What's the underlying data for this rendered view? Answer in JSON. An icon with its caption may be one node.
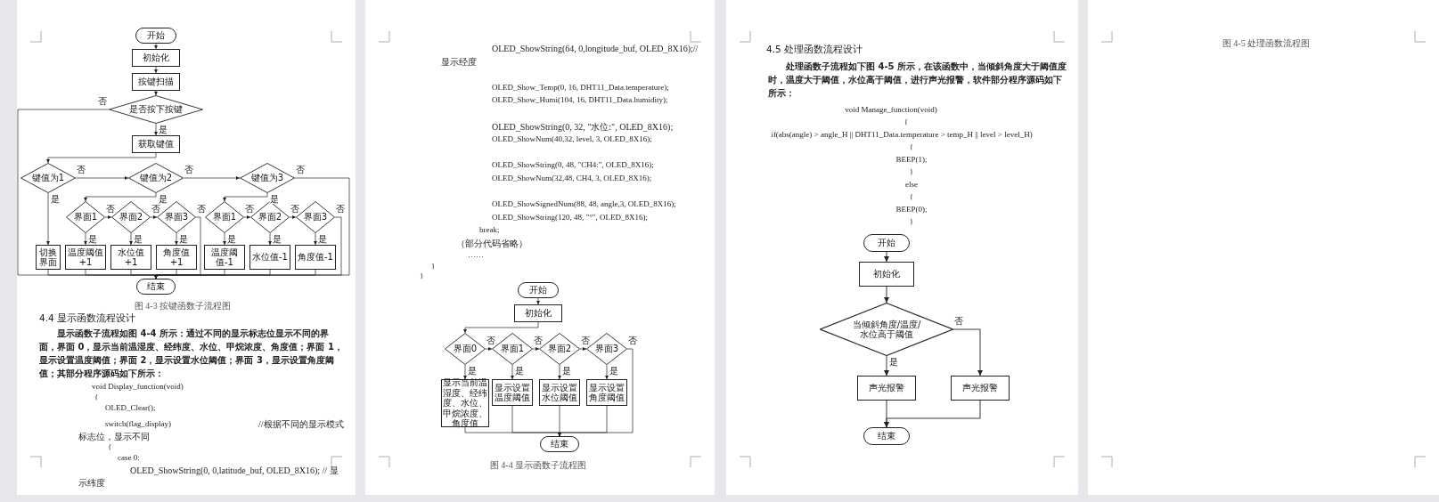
{
  "diagram": {
    "nodes": [
      {
        "text": [
          "开始"
        ]
      },
      {
        "text": [
          "初始化"
        ]
      },
      {
        "text": [
          "按键扫描"
        ]
      },
      {
        "text": [
          "是否按下按键"
        ]
      },
      {
        "text": [
          "获取键值"
        ]
      },
      {
        "text": [
          "键值为1"
        ]
      },
      {
        "text": [
          "键值为2"
        ]
      },
      {
        "text": [
          "键值为3"
        ]
      },
      {
        "text": [
          "切换界面"
        ]
      },
      {
        "text": [
          "界面1"
        ]
      },
      {
        "text": [
          "界面2"
        ]
      },
      {
        "text": [
          "界面3"
        ]
      },
      {
        "text": [
          "温度阈值+1"
        ]
      },
      {
        "text": [
          "水位值+1"
        ]
      },
      {
        "text": [
          "角度值+1"
        ]
      },
      {
        "text": [
          "界面1"
        ]
      },
      {
        "text": [
          "界面2"
        ]
      },
      {
        "text": [
          "界面3"
        ]
      },
      {
        "text": [
          "温度阈值-1"
        ]
      },
      {
        "text": [
          "水位值-1"
        ]
      },
      {
        "text": [
          "角度值-1"
        ]
      },
      {
        "text": [
          "结束"
        ]
      },
      {
        "text": [
          "开始"
        ]
      },
      {
        "text": [
          "初始化"
        ]
      },
      {
        "text": [
          "界面0"
        ]
      },
      {
        "text": [
          "界面1"
        ]
      },
      {
        "text": [
          "界面2"
        ]
      },
      {
        "text": [
          "界面3"
        ]
      },
      {
        "text": [
          "显示当前温湿度、经纬度、水位、甲烷浓度、角度值"
        ]
      },
      {
        "text": [
          "显示设置温度阈值"
        ]
      },
      {
        "text": [
          "显示设置水位阈值"
        ]
      },
      {
        "text": [
          "显示设置角度阈值"
        ]
      },
      {
        "text": [
          "结束"
        ]
      },
      {
        "text": [
          "开始"
        ]
      },
      {
        "text": [
          "初始化"
        ]
      },
      {
        "text": [
          "当倾斜角度/温度/水位高于阈值"
        ]
      },
      {
        "text": [
          "声光报警"
        ]
      },
      {
        "text": [
          "声光报警"
        ]
      },
      {
        "text": [
          "结束"
        ]
      }
    ],
    "edges": [
      {
        "from": 0,
        "to": 1,
        "arrow": "to"
      },
      {
        "from": 1,
        "to": 2,
        "arrow": "to"
      },
      {
        "from": 2,
        "to": 3,
        "arrow": "to"
      },
      {
        "from": 3,
        "to": 4,
        "arrow": "to",
        "label": "是"
      },
      {
        "from": 3,
        "to": 21,
        "arrow": "to",
        "label": "否"
      },
      {
        "from": 4,
        "to": 5,
        "arrow": "to"
      },
      {
        "from": 5,
        "to": 6,
        "arrow": "to",
        "label": "否"
      },
      {
        "from": 6,
        "to": 7,
        "arrow": "to",
        "label": "否"
      },
      {
        "from": 7,
        "to": 21,
        "arrow": "to",
        "label": "否"
      },
      {
        "from": 5,
        "to": 8,
        "arrow": "to",
        "label": "是"
      },
      {
        "from": 8,
        "to": 21,
        "arrow": "to"
      },
      {
        "from": 6,
        "to": 9,
        "arrow": "to",
        "label": "是"
      },
      {
        "from": 9,
        "to": 10,
        "arrow": "to",
        "label": "否"
      },
      {
        "from": 10,
        "to": 11,
        "arrow": "to",
        "label": "否"
      },
      {
        "from": 11,
        "to": 21,
        "arrow": "to",
        "label": "否"
      },
      {
        "from": 9,
        "to": 12,
        "arrow": "to",
        "label": "是"
      },
      {
        "from": 10,
        "to": 13,
        "arrow": "to",
        "label": "是"
      },
      {
        "from": 11,
        "to": 14,
        "arrow": "to",
        "label": "是"
      },
      {
        "from": 12,
        "to": 21,
        "arrow": "to"
      },
      {
        "from": 13,
        "to": 21,
        "arrow": "to"
      },
      {
        "from": 14,
        "to": 21,
        "arrow": "to"
      },
      {
        "from": 7,
        "to": 15,
        "arrow": "to",
        "label": "是"
      },
      {
        "from": 15,
        "to": 16,
        "arrow": "to",
        "label": "否"
      },
      {
        "from": 16,
        "to": 17,
        "arrow": "to",
        "label": "否"
      },
      {
        "from": 17,
        "to": 21,
        "arrow": "to",
        "label": "否"
      },
      {
        "from": 15,
        "to": 18,
        "arrow": "to",
        "label": "是"
      },
      {
        "from": 16,
        "to": 19,
        "arrow": "to",
        "label": "是"
      },
      {
        "from": 17,
        "to": 20,
        "arrow": "to",
        "label": "是"
      },
      {
        "from": 18,
        "to": 21,
        "arrow": "to"
      },
      {
        "from": 19,
        "to": 21,
        "arrow": "to"
      },
      {
        "from": 20,
        "to": 21,
        "arrow": "to"
      },
      {
        "from": 22,
        "to": 23,
        "arrow": "to"
      },
      {
        "from": 23,
        "to": 24,
        "arrow": "to"
      },
      {
        "from": 24,
        "to": 25,
        "arrow": "to",
        "label": "否"
      },
      {
        "from": 25,
        "to": 26,
        "arrow": "to",
        "label": "否"
      },
      {
        "from": 26,
        "to": 27,
        "arrow": "to",
        "label": "否"
      },
      {
        "from": 27,
        "to": 32,
        "arrow": "to",
        "label": "否"
      },
      {
        "from": 24,
        "to": 28,
        "arrow": "to",
        "label": "是"
      },
      {
        "from": 25,
        "to": 29,
        "arrow": "to",
        "label": "是"
      },
      {
        "from": 26,
        "to": 30,
        "arrow": "to",
        "label": "是"
      },
      {
        "from": 27,
        "to": 31,
        "arrow": "to",
        "label": "是"
      },
      {
        "from": 28,
        "to": 32,
        "arrow": "to"
      },
      {
        "from": 29,
        "to": 32,
        "arrow": "to"
      },
      {
        "from": 30,
        "to": 32,
        "arrow": "to"
      },
      {
        "from": 31,
        "to": 32,
        "arrow": "to"
      },
      {
        "from": 33,
        "to": 34,
        "arrow": "to"
      },
      {
        "from": 34,
        "to": 35,
        "arrow": "to"
      },
      {
        "from": 35,
        "to": 36,
        "arrow": "to",
        "label": "是"
      },
      {
        "from": 35,
        "to": 37,
        "arrow": "to",
        "label": "否"
      },
      {
        "from": 36,
        "to": 38,
        "arrow": "to"
      },
      {
        "from": 37,
        "to": 38,
        "arrow": "to"
      }
    ],
    "labels": [
      "图 4-3  按键函数子流程图",
      "4.4 显示函数流程设计",
      "显示函数子流程如图 4-4 所示：通过不同的显示标志位显示不同的界面，界面 0，显示当前温湿度、经纬度、水位、甲烷浓度、角度值；界面 1，显示设置温度阈值；界面 2，显示设置水位阈值；界面 3，显示设置角度阈值；其部分程序源码如下所示：",
      "void Display_function(void)",
      "{",
      "OLED_Clear();",
      "switch(flag_display)",
      "//根据不同的显示模式标志位，显示不同",
      "{",
      "case 0:",
      "OLED_ShowString(0, 0,latitude_buf, OLED_8X16); // 显示纬度",
      "OLED_ShowString(64, 0,longitude_buf, OLED_8X16);// 显示经度",
      "OLED_Show_Temp(0, 16, DHT11_Data.temperature);",
      "OLED_Show_Humi(104, 16, DHT11_Data.humidity);",
      "OLED_ShowString(0, 32, \"水位:\", OLED_8X16);",
      "OLED_ShowNum(40,32, level, 3, OLED_8X16);",
      "OLED_ShowString(0, 48, \"CH4:\", OLED_8X16);",
      "OLED_ShowNum(32,48, CH4, 3, OLED_8X16);",
      "OLED_ShowSignedNum(88, 48, angle,3, OLED_8X16);",
      "OLED_ShowString(120, 48, \"°\", OLED_8X16);",
      "break;",
      "（部分代码省略）",
      "……",
      "}",
      "}",
      "图 4-4  显示函数子流程图",
      "4.5 处理函数流程设计",
      "处理函数子流程如下图 4-5 所示，在该函数中，当倾斜角度大于阈值度时，温度大于阈值，水位高于阈值，进行声光报警，软件部分程序源码如下所示：",
      "void Manage_function(void)",
      "{",
      "if(abs(angle) > angle_H || DHT11_Data.temperature > temp_H || level > level_H)",
      "{",
      "BEEP(1);",
      "}",
      "else",
      "{",
      "BEEP(0);",
      "}",
      "图 4-5  处理函数流程图"
    ]
  }
}
